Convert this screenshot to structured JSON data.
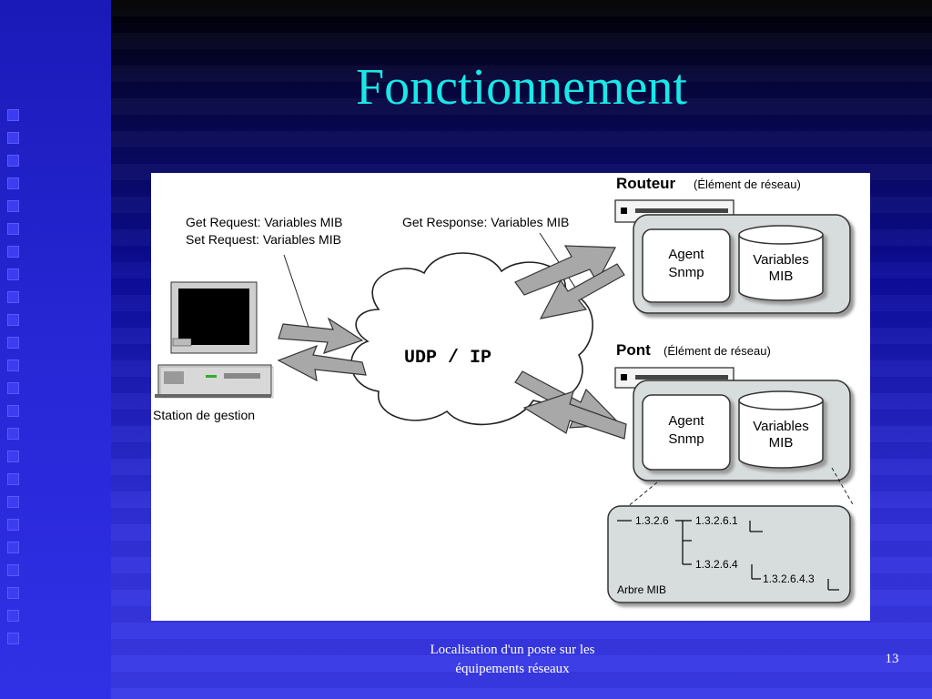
{
  "slide": {
    "title": "Fonctionnement",
    "footer_line1": "Localisation d'un poste sur les",
    "footer_line2": "équipements réseaux",
    "page_number": "13"
  },
  "diagram": {
    "request_line1": "Get Request: Variables MIB",
    "request_line2": "Set Request: Variables MIB",
    "response": "Get Response: Variables MIB",
    "cloud_label": "UDP / IP",
    "station_label": "Station de gestion",
    "router": {
      "name": "Routeur",
      "role": "(Élément de réseau)",
      "agent_line1": "Agent",
      "agent_line2": "Snmp",
      "vars_line1": "Variables",
      "vars_line2": "MIB"
    },
    "bridge": {
      "name": "Pont",
      "role": "(Élément de réseau)",
      "agent_line1": "Agent",
      "agent_line2": "Snmp",
      "vars_line1": "Variables",
      "vars_line2": "MIB"
    },
    "mib_tree": {
      "label": "Arbre MIB",
      "nodes": [
        "1.3.2.6",
        "1.3.2.6.1",
        "1.3.2.6.4",
        "1.3.2.6.4.3"
      ]
    }
  },
  "colors": {
    "title": "#18e8e8",
    "background_top": "#000000",
    "background_bottom": "#3a3ae8",
    "box_fill": "#d7dcdc",
    "arrow_fill": "#a8a8a8"
  }
}
